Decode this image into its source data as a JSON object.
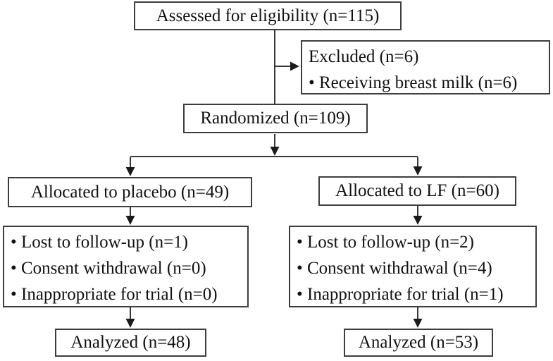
{
  "diagram": {
    "kind": "consort-flow-chart",
    "colors": {
      "background": "#ffffff",
      "box_border": "#3d3d3d",
      "connector_line": "#383838",
      "arrowhead_fill": "#1a1a1a",
      "text": "#111111"
    },
    "boxes": {
      "assessed": {
        "label": "Assessed for eligibility (n=115)"
      },
      "excluded": {
        "title": "Excluded (n=6)",
        "bullets": [
          "• Receiving breast milk (n=6)"
        ]
      },
      "randomized": {
        "label": "Randomized (n=109)"
      },
      "allocated_placebo": {
        "label": "Allocated to placebo (n=49)"
      },
      "allocated_lf": {
        "label": "Allocated to LF (n=60)"
      },
      "followup_placebo": {
        "bullets": [
          "• Lost to follow-up (n=1)",
          "• Consent withdrawal (n=0)",
          "• Inappropriate for trial (n=0)"
        ]
      },
      "followup_lf": {
        "bullets": [
          "• Lost to follow-up (n=2)",
          "• Consent withdrawal (n=4)",
          "• Inappropriate for trial (n=1)"
        ]
      },
      "analyzed_placebo": {
        "label": "Analyzed (n=48)"
      },
      "analyzed_lf": {
        "label": "Analyzed (n=53)"
      }
    }
  }
}
